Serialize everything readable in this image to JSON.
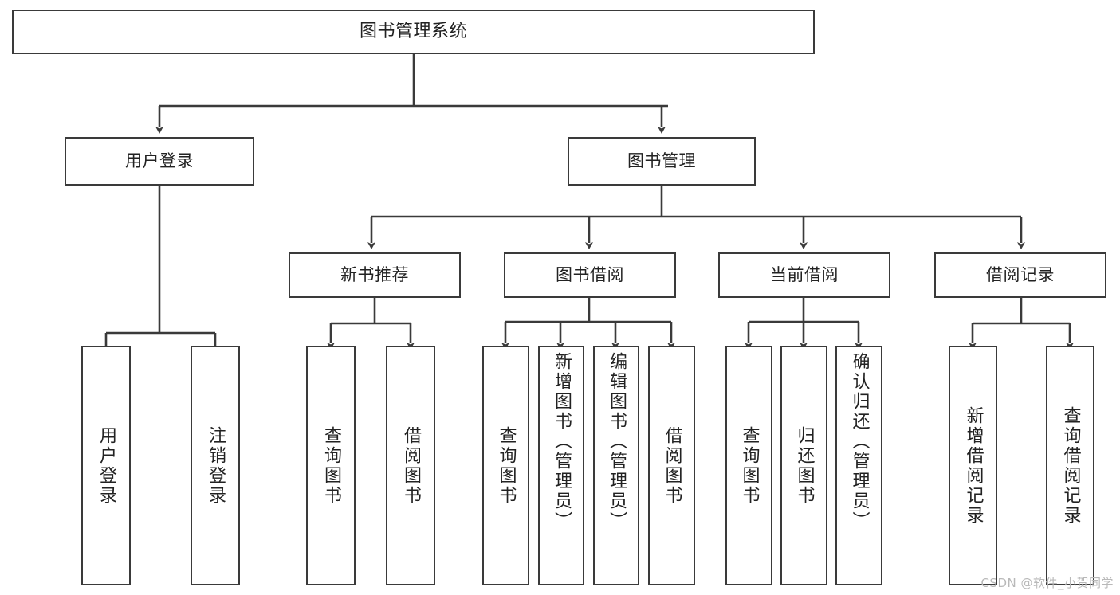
{
  "diagram": {
    "title": "图书管理系统",
    "type": "hierarchy-tree",
    "background_color": "#ffffff",
    "line_color": "#3a3a3a",
    "text_color": "#222222",
    "levels": 4,
    "root": {
      "id": "root",
      "label": "图书管理系统",
      "orientation": "horizontal"
    },
    "level2": [
      {
        "id": "user-login",
        "label": "用户登录",
        "orientation": "horizontal"
      },
      {
        "id": "book-manage",
        "label": "图书管理",
        "orientation": "horizontal"
      }
    ],
    "level3": [
      {
        "id": "new-book-rec",
        "label": "新书推荐",
        "orientation": "horizontal",
        "parent": "book-manage"
      },
      {
        "id": "book-borrow",
        "label": "图书借阅",
        "orientation": "horizontal",
        "parent": "book-manage"
      },
      {
        "id": "current-borrow",
        "label": "当前借阅",
        "orientation": "horizontal",
        "parent": "book-manage"
      },
      {
        "id": "borrow-record",
        "label": "借阅记录",
        "orientation": "horizontal",
        "parent": "book-manage"
      }
    ],
    "leaves": [
      {
        "id": "leaf-user-login",
        "label": "用户登录",
        "parent": "user-login",
        "orientation": "vertical",
        "align": "center"
      },
      {
        "id": "leaf-logout",
        "label": "注销登录",
        "parent": "user-login",
        "orientation": "vertical",
        "align": "center"
      },
      {
        "id": "leaf-query-book-1",
        "label": "查询图书",
        "parent": "new-book-rec",
        "orientation": "vertical",
        "align": "center"
      },
      {
        "id": "leaf-borrow-book-1",
        "label": "借阅图书",
        "parent": "new-book-rec",
        "orientation": "vertical",
        "align": "center"
      },
      {
        "id": "leaf-query-book-2",
        "label": "查询图书",
        "parent": "book-borrow",
        "orientation": "vertical",
        "align": "center"
      },
      {
        "id": "leaf-add-book",
        "label": "新增图书（管理员）",
        "parent": "book-borrow",
        "orientation": "vertical",
        "align": "top"
      },
      {
        "id": "leaf-edit-book",
        "label": "编辑图书（管理员）",
        "parent": "book-borrow",
        "orientation": "vertical",
        "align": "top"
      },
      {
        "id": "leaf-borrow-book-2",
        "label": "借阅图书",
        "parent": "book-borrow",
        "orientation": "vertical",
        "align": "center"
      },
      {
        "id": "leaf-query-book-3",
        "label": "查询图书",
        "parent": "current-borrow",
        "orientation": "vertical",
        "align": "center"
      },
      {
        "id": "leaf-return-book",
        "label": "归还图书",
        "parent": "current-borrow",
        "orientation": "vertical",
        "align": "center"
      },
      {
        "id": "leaf-confirm-return",
        "label": "确认归还（管理员）",
        "parent": "current-borrow",
        "orientation": "vertical",
        "align": "top"
      },
      {
        "id": "leaf-add-record",
        "label": "新增借阅记录",
        "parent": "borrow-record",
        "orientation": "vertical",
        "align": "center"
      },
      {
        "id": "leaf-query-record",
        "label": "查询借阅记录",
        "parent": "borrow-record",
        "orientation": "vertical",
        "align": "center"
      }
    ]
  },
  "watermark": {
    "text": "CSDN @软件_小贺同学"
  }
}
